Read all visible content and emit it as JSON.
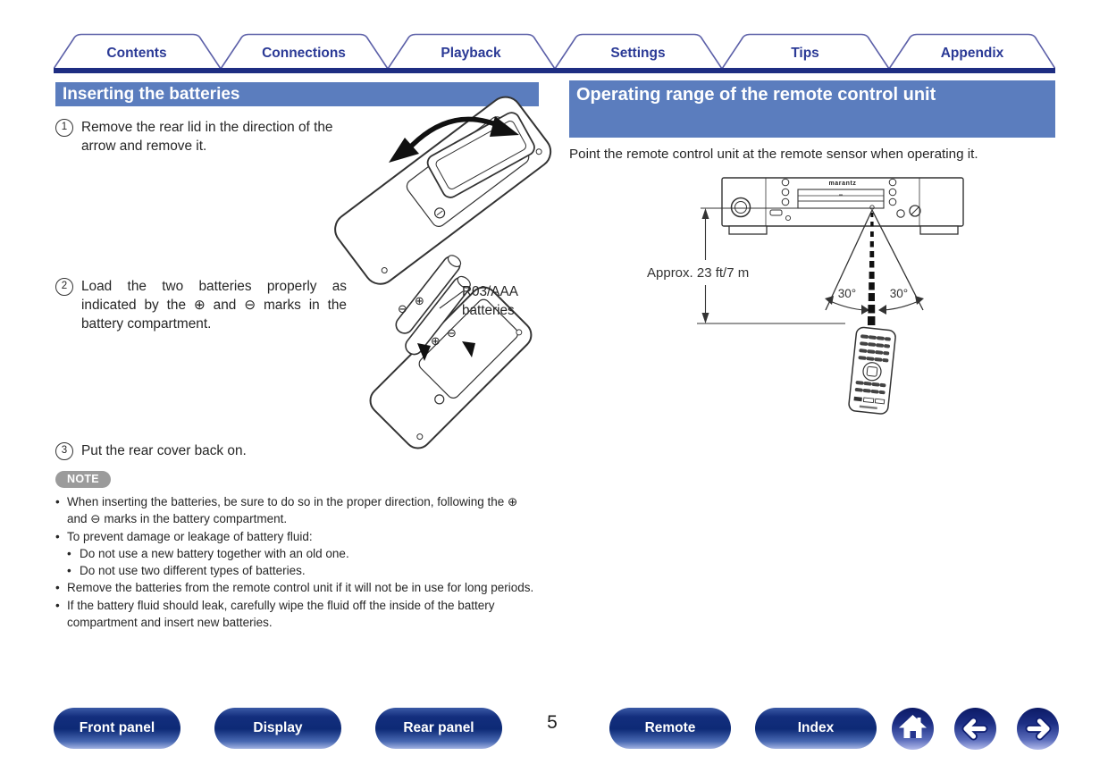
{
  "page": {
    "page_number": "5"
  },
  "tabs": [
    {
      "label": "Contents"
    },
    {
      "label": "Connections"
    },
    {
      "label": "Playback"
    },
    {
      "label": "Settings"
    },
    {
      "label": "Tips"
    },
    {
      "label": "Appendix"
    }
  ],
  "left_section": {
    "title": "Inserting the batteries",
    "steps": [
      {
        "num": "1",
        "text": "Remove the rear lid in the direction of the arrow and remove it."
      },
      {
        "num": "2",
        "text": "Load the two batteries properly as indicated by the ⊕ and ⊖ marks in the battery compartment."
      },
      {
        "num": "3",
        "text": "Put the rear cover back on."
      }
    ],
    "battery_callout": "R03/AAA batteries",
    "polarity": {
      "plus": "⊕",
      "minus": "⊖"
    },
    "note": {
      "label": "NOTE",
      "items": [
        {
          "text": "When inserting the batteries, be sure to do so in the proper direction, following the ⊕ and ⊖ marks in the battery compartment."
        },
        {
          "text": "To prevent damage or leakage of battery fluid:"
        },
        {
          "text": "Do not use a new battery together with an old one."
        },
        {
          "text": "Do not use two different types of batteries."
        },
        {
          "text": "Remove the batteries from the remote control unit if it will not be in use for long periods."
        },
        {
          "text": "If the battery fluid should leak, carefully wipe the fluid off the inside of the battery compartment and insert new batteries."
        }
      ]
    }
  },
  "right_section": {
    "title": "Operating range of the remote control unit",
    "intro": "Point the remote control unit at the remote sensor when operating it.",
    "diagram": {
      "brand": "marantz",
      "distance_label": "Approx. 23 ft/7 m",
      "left_angle": "30°",
      "right_angle": "30°"
    }
  },
  "footer": {
    "buttons": [
      {
        "label": "Front panel"
      },
      {
        "label": "Display"
      },
      {
        "label": "Rear panel"
      },
      {
        "label": "Remote"
      },
      {
        "label": "Index"
      }
    ],
    "nav_icons": [
      {
        "name": "home"
      },
      {
        "name": "back"
      },
      {
        "name": "forward"
      }
    ]
  },
  "colors": {
    "section_header_bg": "#5b7dbe",
    "tab_bar": "#1e2d82",
    "tab_text": "#2b3a96",
    "tab_border": "#5c60a8",
    "note_badge_bg": "#9b9b9b",
    "button_navy": "#0f2c78",
    "text": "#262626"
  }
}
